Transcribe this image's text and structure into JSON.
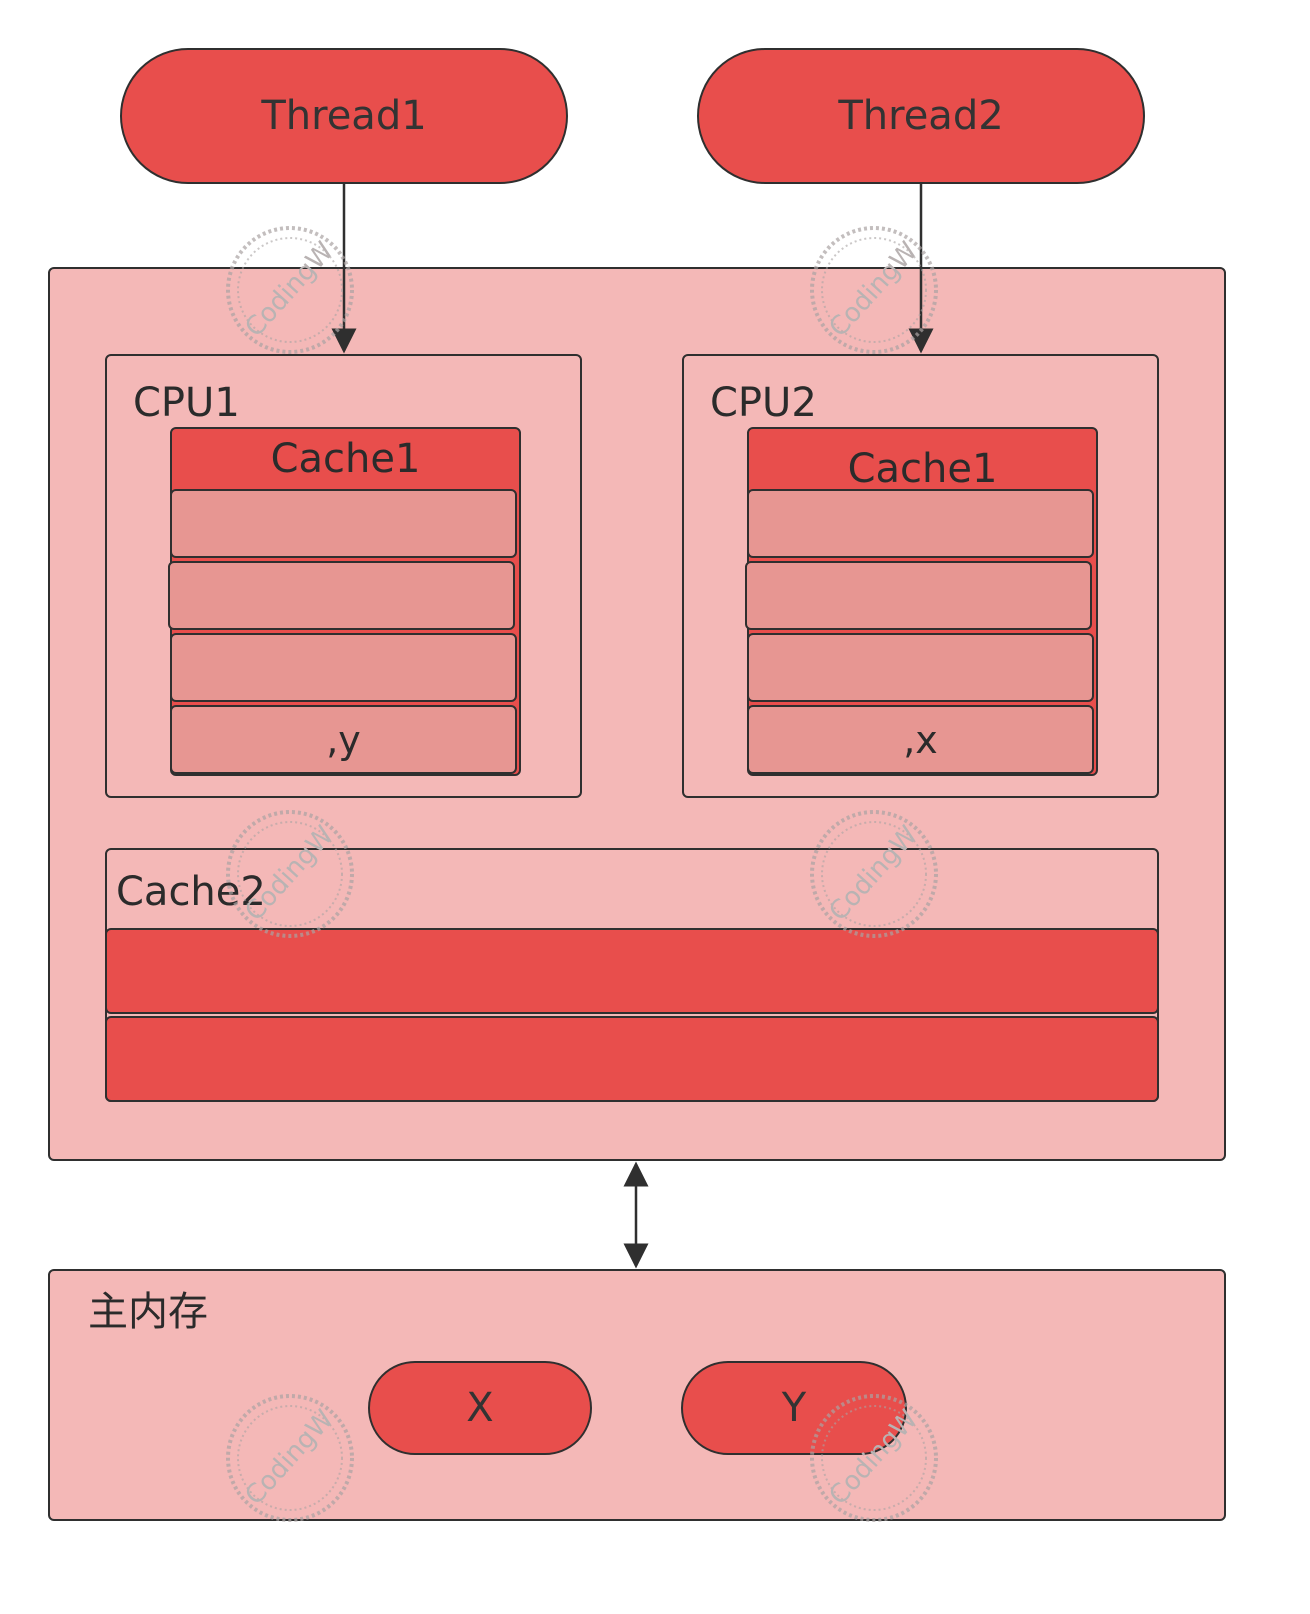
{
  "threads": [
    {
      "label": "Thread1"
    },
    {
      "label": "Thread2"
    }
  ],
  "cpus": [
    {
      "label": "CPU1",
      "cache_title": "Cache1",
      "lines": [
        "",
        "",
        "",
        ",y"
      ]
    },
    {
      "label": "CPU2",
      "cache_title": "Cache1",
      "lines": [
        "",
        "",
        "",
        ",x"
      ]
    }
  ],
  "cache2": {
    "label": "Cache2"
  },
  "main_memory": {
    "label": "主内存",
    "vars": [
      "X",
      "Y"
    ]
  },
  "watermark": {
    "text": "CodingW"
  },
  "colors": {
    "red": "#e84e4c",
    "panel_pink": "#f4b8b7",
    "cache_line": "#e79692",
    "border": "#2f2f2f"
  }
}
